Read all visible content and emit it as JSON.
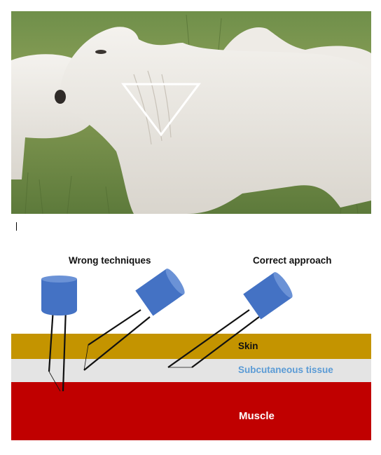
{
  "figure": {
    "photo": {
      "marker_shape": "inverted triangle",
      "marker_color": "#ffffff"
    },
    "diagram": {
      "headings": {
        "wrong": "Wrong techniques",
        "correct": "Correct approach"
      },
      "layers": {
        "skin": {
          "label": "Skin",
          "color": "#c49400",
          "label_color": "#111111"
        },
        "subcutaneous": {
          "label": "Subcutaneous tissue",
          "color": "#e4e4e4",
          "label_color": "#5b9bd5"
        },
        "muscle": {
          "label": "Muscle",
          "color": "#c00000",
          "label_color": "#ffffff"
        }
      },
      "syringe_color": "#4472c4",
      "needle_color": "#111111"
    }
  }
}
